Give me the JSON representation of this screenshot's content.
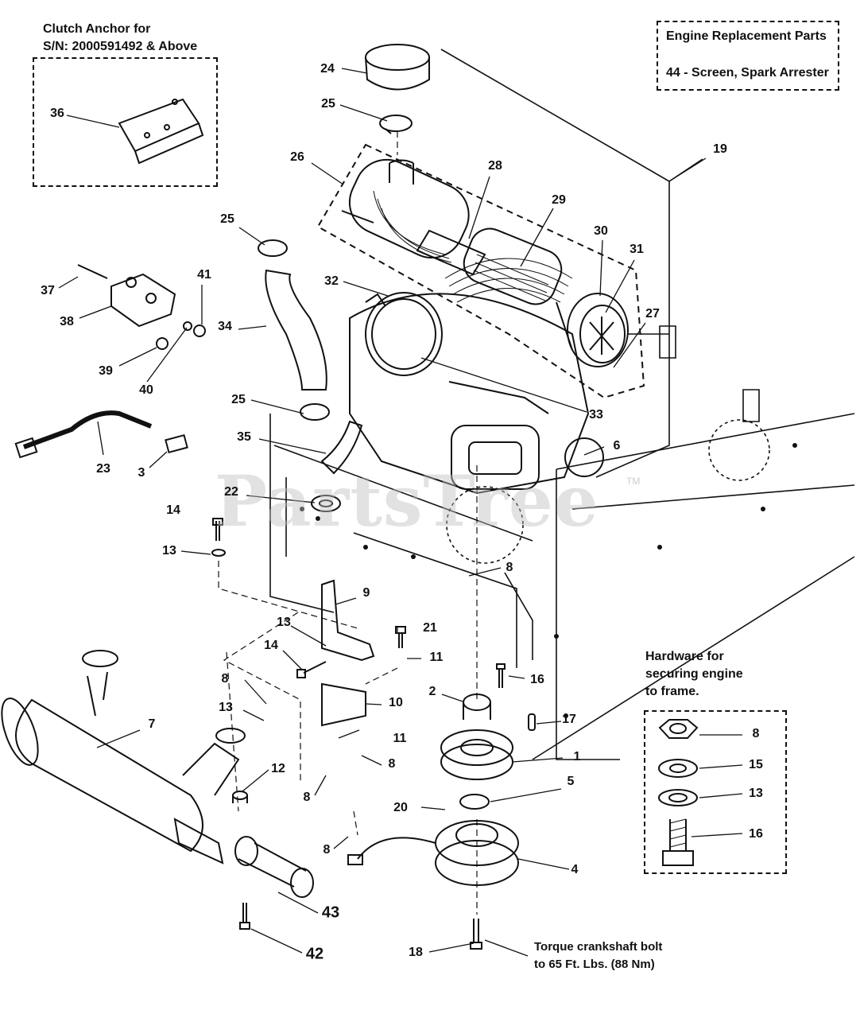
{
  "watermark": "PartsTree",
  "watermark_tm": "TM",
  "clutch_anchor": {
    "title_line1": "Clutch Anchor for",
    "title_line2": "S/N: 2000591492 & Above"
  },
  "replacement": {
    "title": "Engine Replacement Parts",
    "item": "44 - Screen, Spark Arrester"
  },
  "hardware": {
    "title_line1": "Hardware for",
    "title_line2": "securing engine",
    "title_line3": "to frame."
  },
  "torque_note": {
    "line1": "Torque crankshaft bolt",
    "line2": "to 65 Ft. Lbs. (88 Nm)"
  },
  "callouts": {
    "c1": "1",
    "c2": "2",
    "c3": "3",
    "c4": "4",
    "c5": "5",
    "c6": "6",
    "c7": "7",
    "c8a": "8",
    "c8b": "8",
    "c8c": "8",
    "c8d": "8",
    "c8e": "8",
    "c8f": "8",
    "c9": "9",
    "c10": "10",
    "c11a": "11",
    "c11b": "11",
    "c12": "12",
    "c13a": "13",
    "c13b": "13",
    "c13c": "13",
    "c13d": "13",
    "c14a": "14",
    "c14b": "14",
    "c15": "15",
    "c16a": "16",
    "c16b": "16",
    "c17": "17",
    "c18": "18",
    "c19": "19",
    "c20": "20",
    "c21": "21",
    "c22": "22",
    "c23": "23",
    "c24": "24",
    "c25a": "25",
    "c25b": "25",
    "c25c": "25",
    "c26": "26",
    "c27": "27",
    "c28": "28",
    "c29": "29",
    "c30": "30",
    "c31": "31",
    "c32": "32",
    "c33": "33",
    "c34": "34",
    "c35": "35",
    "c36": "36",
    "c37": "37",
    "c38": "38",
    "c39": "39",
    "c40": "40",
    "c41": "41",
    "c42": "42",
    "c43": "43"
  }
}
